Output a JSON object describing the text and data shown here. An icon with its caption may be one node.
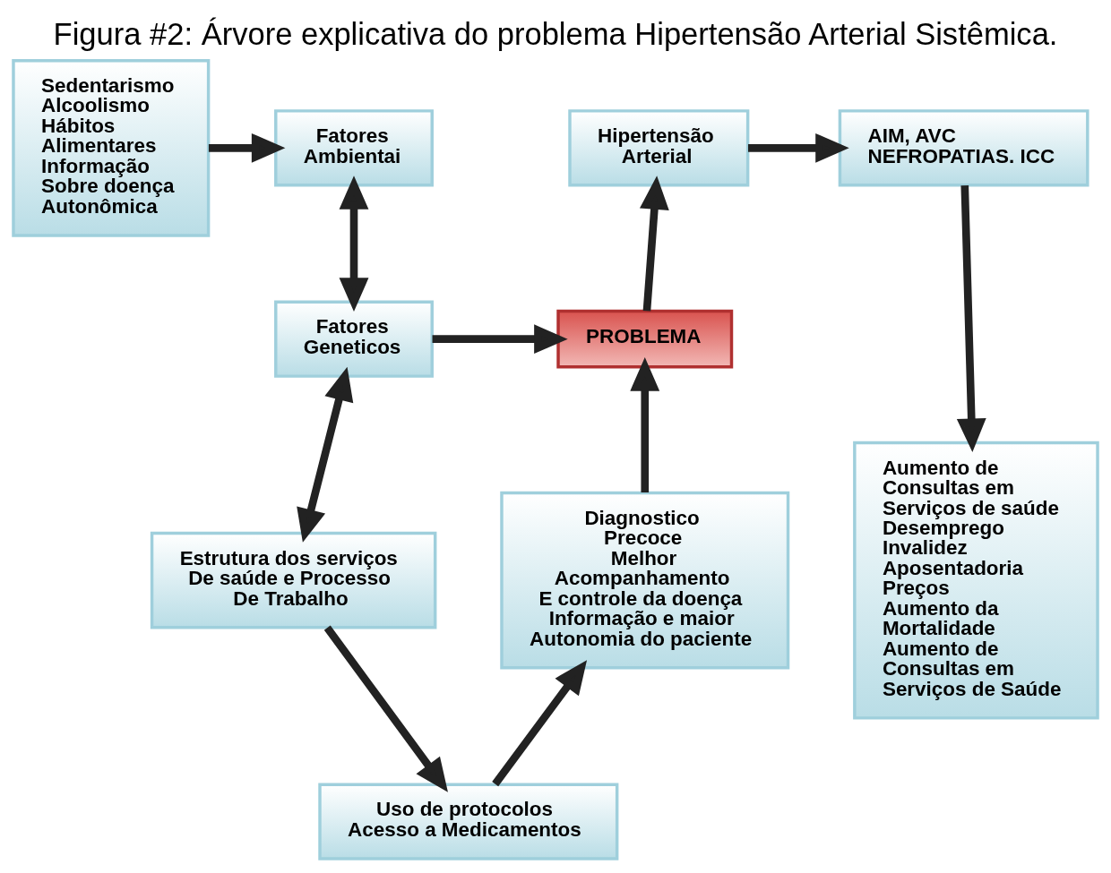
{
  "diagram": {
    "title": "Figura #2: Árvore explicativa do problema Hipertensão Arterial Sistêmica.",
    "nodes": [
      {
        "text": [
          "Sedentarismo",
          "Alcoolismo",
          "Hábitos",
          "Alimentares",
          "Informação",
          "Sobre doença",
          "Autonômica"
        ]
      },
      {
        "text": [
          "Fatores",
          "Ambientai"
        ]
      },
      {
        "text": [
          "Hipertensão",
          "Arterial"
        ]
      },
      {
        "text": [
          "AIM, AVC",
          "NEFROPATIAS. ICC"
        ]
      },
      {
        "text": [
          "Fatores",
          "Geneticos"
        ]
      },
      {
        "text": [
          "PROBLEMA"
        ]
      },
      {
        "text": [
          "Aumento de",
          "Consultas em",
          "Serviços de saúde",
          "Desemprego",
          "Invalidez",
          "Aposentadoria",
          "Preços",
          "Aumento da",
          "Mortalidade",
          "Aumento de",
          "Consultas em",
          "Serviços de Saúde"
        ]
      },
      {
        "text": [
          "Estrutura dos serviços",
          "De saúde e Processo",
          "De Trabalho"
        ]
      },
      {
        "text": [
          "Diagnostico",
          "Precoce",
          "Melhor",
          "Acompanhamento",
          "E controle da doença",
          "Informação e maior",
          "Autonomia do paciente"
        ]
      },
      {
        "text": [
          "Uso de protocolos",
          "Acesso a Medicamentos"
        ]
      }
    ],
    "edges": [
      {
        "from": 0,
        "to": 1,
        "arrow": "to"
      },
      {
        "from": 2,
        "to": 3,
        "arrow": "to"
      },
      {
        "from": 1,
        "to": 4,
        "arrow": "both"
      },
      {
        "from": 5,
        "to": 2,
        "arrow": "to"
      },
      {
        "from": 3,
        "to": 6,
        "arrow": "to"
      },
      {
        "from": 4,
        "to": 5,
        "arrow": "to"
      },
      {
        "from": 4,
        "to": 7,
        "arrow": "both"
      },
      {
        "from": 8,
        "to": 5,
        "arrow": "to"
      },
      {
        "from": 7,
        "to": 9,
        "arrow": "to"
      },
      {
        "from": 9,
        "to": 8,
        "arrow": "to"
      }
    ]
  }
}
